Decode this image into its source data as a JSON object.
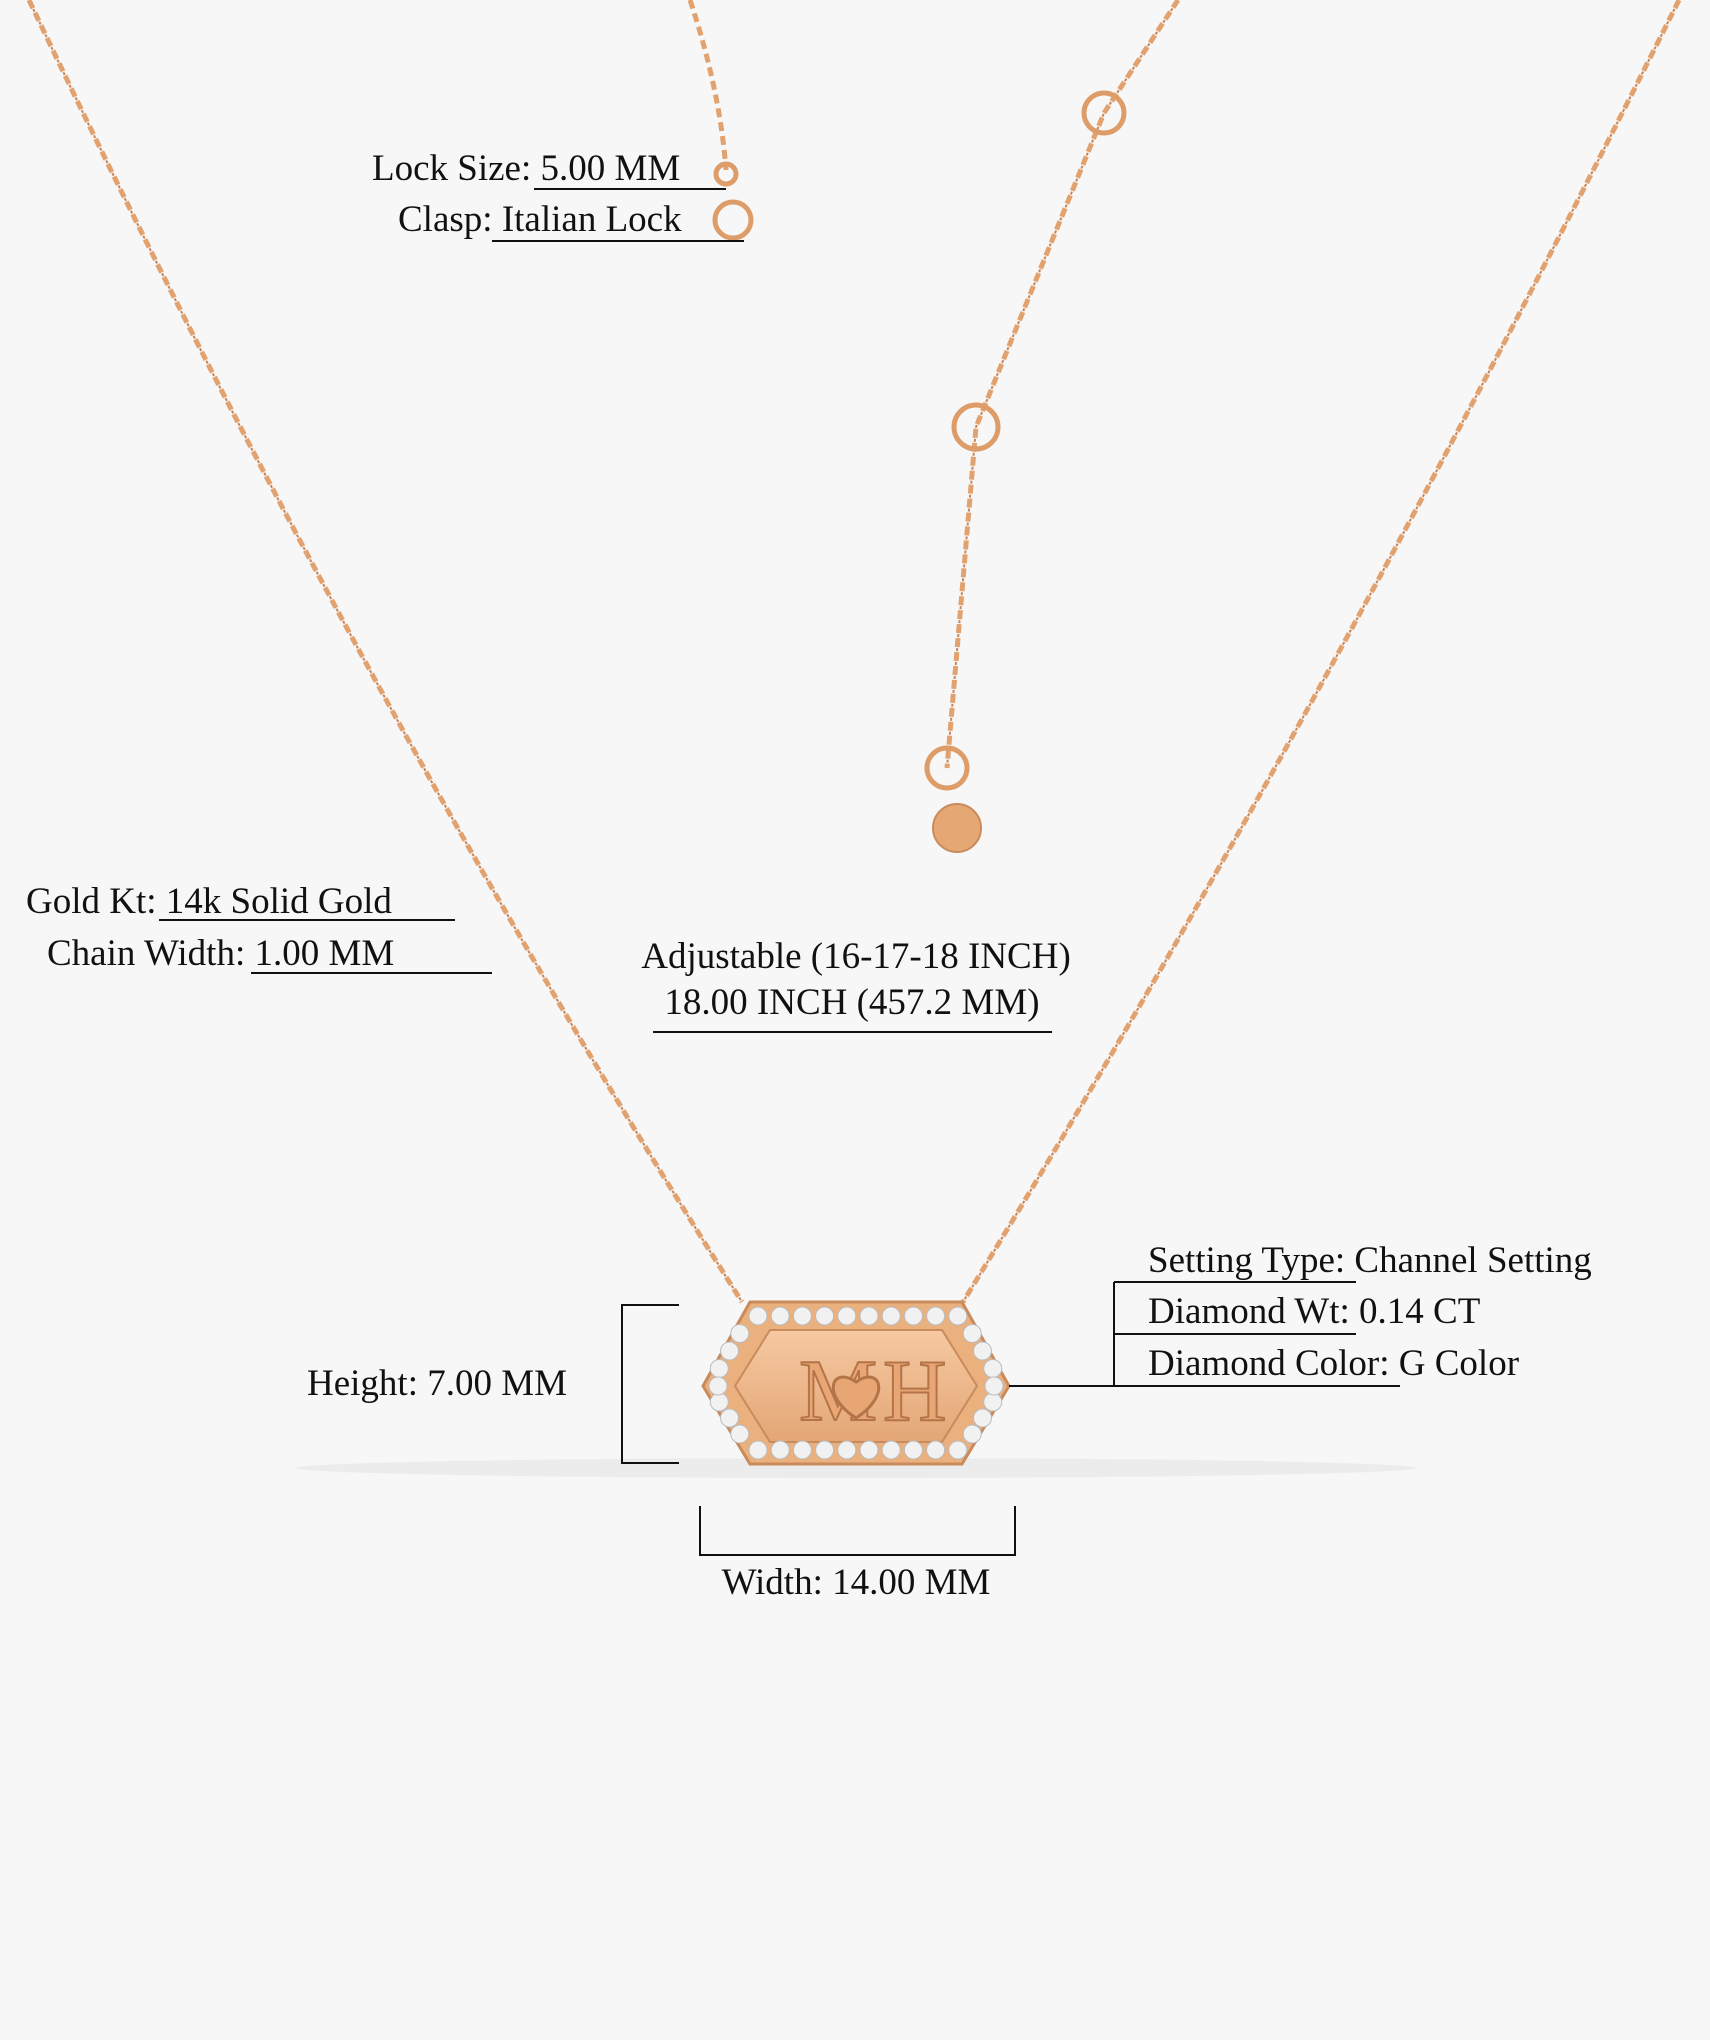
{
  "specs": {
    "lock_size": {
      "label": "Lock Size:",
      "value": " 5.00 MM"
    },
    "clasp": {
      "label": "Clasp:",
      "value": " Italian Lock"
    },
    "gold_kt": {
      "label": "Gold Kt:",
      "value": " 14k Solid Gold"
    },
    "chain_width": {
      "label": "Chain Width:",
      "value": " 1.00 MM"
    },
    "length_line1": "Adjustable (16-17-18 INCH)",
    "length_line2": "18.00 INCH (457.2 MM)",
    "setting_type": {
      "label": "Setting Type:",
      "value": " Channel Setting"
    },
    "diamond_wt": {
      "label": "Diamond Wt:",
      "value": " 0.14 CT"
    },
    "diamond_color": {
      "label": "Diamond Color:",
      "value": " G Color"
    },
    "height": "Height: 7.00 MM",
    "width": "Width: 14.00 MM"
  },
  "pendant": {
    "engraving_left": "M",
    "engraving_right": "H",
    "icon": "heart-icon"
  },
  "colors": {
    "gold": "#e2a26f",
    "background": "#f7f7f7",
    "text": "#111111"
  }
}
